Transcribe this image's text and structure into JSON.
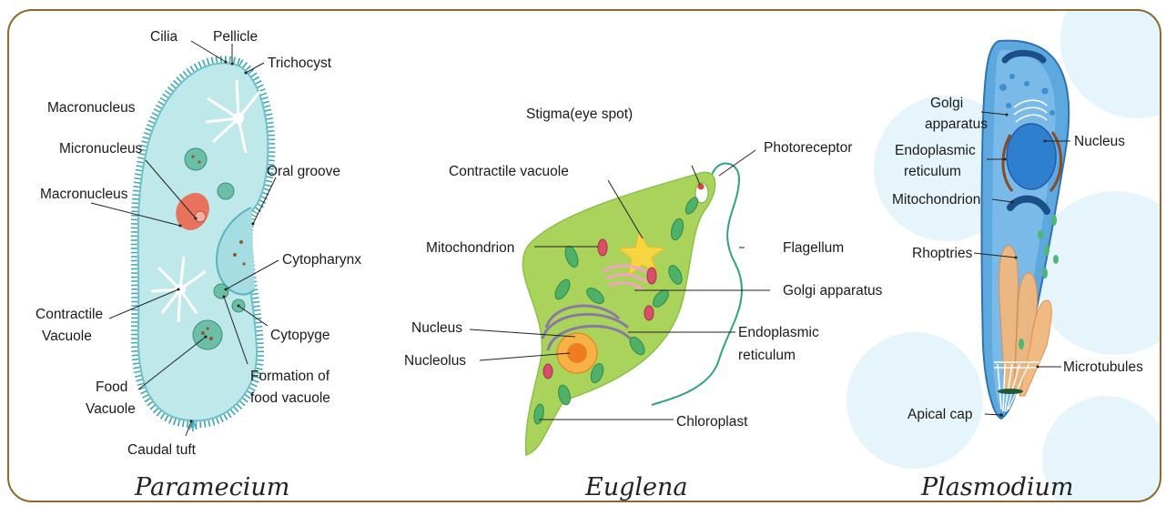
{
  "colors": {
    "frame": "#8a6a2e",
    "paramecium_body": "#bfe8ea",
    "paramecium_cilia": "#3aa6b4",
    "macronucleus": "#e8735c",
    "euglena_body": "#a9d35a",
    "euglena_chloroplast": "#4fb068",
    "plasmodium_body": "#5ea8e0",
    "rhoptries": "#f2b77d",
    "watermark": "#e3f4fb"
  },
  "paramecium": {
    "title": "Paramecium",
    "labels": {
      "cilia": "Cilia",
      "pellicle": "Pellicle",
      "trichocyst": "Trichocyst",
      "macronucleus_top": "Macronucleus",
      "micronucleus": "Micronucleus",
      "macronucleus": "Macronucleus",
      "oral_groove": "Oral groove",
      "cytopharynx": "Cytopharynx",
      "contractile_1": "Contractile",
      "contractile_2": "Vacuole",
      "cytopyge": "Cytopyge",
      "food_1": "Food",
      "food_2": "Vacuole",
      "formation_1": "Formation of",
      "formation_2": "food vacuole",
      "caudal_tuft": "Caudal tuft"
    }
  },
  "euglena": {
    "title": "Euglena",
    "labels": {
      "stigma": "Stigma(eye spot)",
      "photoreceptor": "Photoreceptor",
      "contractile": "Contractile vacuole",
      "mitochondrion": "Mitochondrion",
      "flagellum": "Flagellum",
      "golgi": "Golgi apparatus",
      "nucleus": "Nucleus",
      "er_1": "Endoplasmic",
      "er_2": "reticulum",
      "nucleolus": "Nucleolus",
      "chloroplast": "Chloroplast"
    }
  },
  "plasmodium": {
    "title": "Plasmodium",
    "labels": {
      "golgi_1": "Golgi",
      "golgi_2": "apparatus",
      "nucleus": "Nucleus",
      "er_1": "Endoplasmic",
      "er_2": "reticulum",
      "mitochondrion": "Mitochondrion",
      "rhoptries": "Rhoptries",
      "microtubules": "Microtubules",
      "apical_cap": "Apical cap"
    }
  }
}
